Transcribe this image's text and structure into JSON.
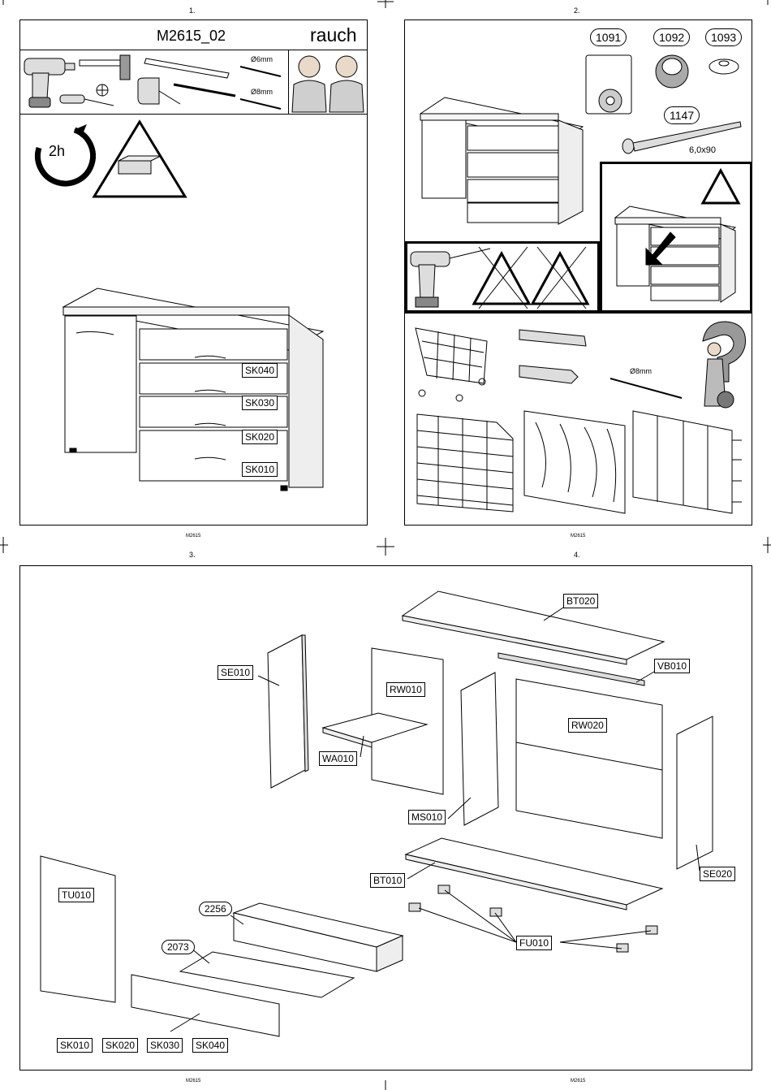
{
  "pages": {
    "p1": {
      "number": "1.",
      "footer": "M2615"
    },
    "p2": {
      "number": "2.",
      "footer": "M2615"
    },
    "p3": {
      "number": "3.",
      "footer": "M2615"
    },
    "p4": {
      "number": "4.",
      "footer": "M2615"
    }
  },
  "cover": {
    "model": "M2615_02",
    "brand": "rauch",
    "time": "2h",
    "drill_6": "Ø6mm",
    "drill_8": "Ø8mm",
    "drawer_labels": [
      "SK040",
      "SK030",
      "SK020",
      "SK010"
    ]
  },
  "hardware": {
    "parts": [
      "1091",
      "1092",
      "1093",
      "1147"
    ],
    "screw_size": "6,0x90",
    "dowel_drill": "Ø8mm"
  },
  "exploded": {
    "labels": {
      "bt020": "BT020",
      "vb010": "VB010",
      "se010": "SE010",
      "rw010": "RW010",
      "rw020": "RW020",
      "wa010": "WA010",
      "ms010": "MS010",
      "se020": "SE020",
      "bt010": "BT010",
      "fu010": "FU010",
      "tu010": "TU010"
    },
    "ovals": [
      "2256",
      "2073"
    ],
    "front_labels": [
      "SK010",
      "SK020",
      "SK030",
      "SK040"
    ]
  }
}
